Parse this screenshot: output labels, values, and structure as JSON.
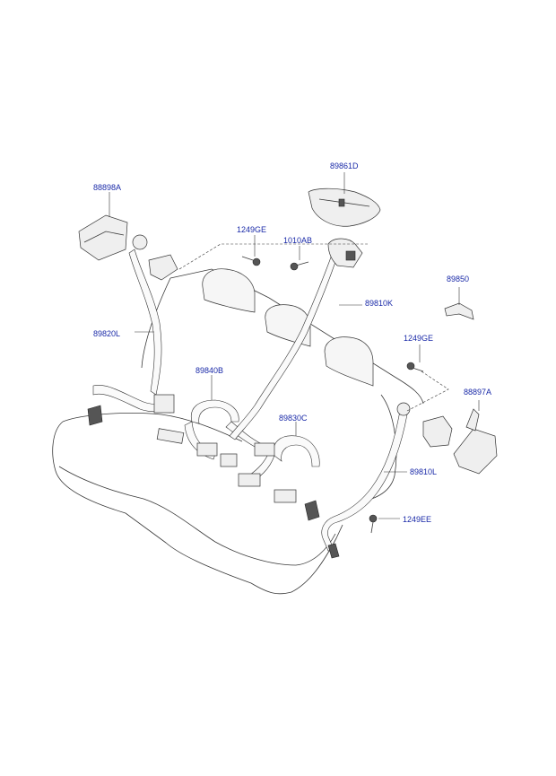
{
  "labels": {
    "p89861D": "89861D",
    "p88898A": "88898A",
    "p1249GE_top": "1249GE",
    "p1010AB": "1010AB",
    "p89850": "89850",
    "p89810K": "89810K",
    "p89820L": "89820L",
    "p1249GE_right": "1249GE",
    "p89840B": "89840B",
    "p88897A": "88897A",
    "p89830C": "89830C",
    "p89810L": "89810L",
    "p1249EE": "1249EE"
  },
  "colors": {
    "label_text": "#1a2aa8",
    "line_art": "#333333",
    "background": "#ffffff"
  }
}
